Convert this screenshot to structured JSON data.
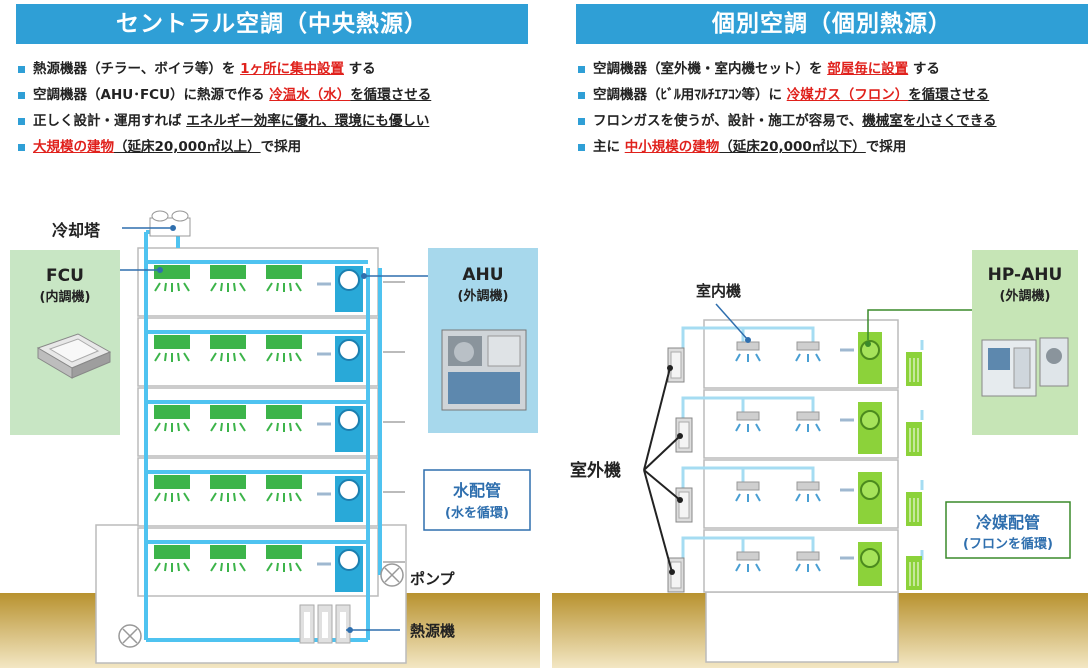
{
  "left": {
    "banner": "セントラル空調（中央熱源）",
    "bullets": [
      {
        "parts": [
          {
            "t": "熱源機器（チラー、ボイラ等）を ",
            "s": ""
          },
          {
            "t": "1ヶ所に集中設置",
            "s": "red"
          },
          {
            "t": " する",
            "s": ""
          }
        ]
      },
      {
        "parts": [
          {
            "t": "空調機器（AHU･FCU）に熱源で作る ",
            "s": ""
          },
          {
            "t": "冷温水（水）",
            "s": "red"
          },
          {
            "t": "を循環させる",
            "s": "ul"
          }
        ]
      },
      {
        "parts": [
          {
            "t": "正しく設計・運用すれば ",
            "s": ""
          },
          {
            "t": "エネルギー効率に優れ、環境にも優しい",
            "s": "ul"
          }
        ]
      },
      {
        "parts": [
          {
            "t": "大規模の建物",
            "s": "red"
          },
          {
            "t": "（延床20,000㎡以上）",
            "s": "ul"
          },
          {
            "t": "で採用",
            "s": ""
          }
        ]
      }
    ],
    "labels": {
      "cooling_tower": "冷却塔",
      "fcu": "FCU",
      "fcu_sub": "(内調機)",
      "ahu": "AHU",
      "ahu_sub": "(外調機)",
      "water_pipe": "水配管",
      "water_pipe_sub": "(水を循環)",
      "pump": "ポンプ",
      "heat_source": "熱源機"
    }
  },
  "right": {
    "banner": "個別空調（個別熱源）",
    "bullets": [
      {
        "parts": [
          {
            "t": "空調機器（室外機・室内機セット）を ",
            "s": ""
          },
          {
            "t": "部屋毎に設置",
            "s": "red"
          },
          {
            "t": " する",
            "s": ""
          }
        ]
      },
      {
        "parts": [
          {
            "t": "空調機器（ﾋﾞﾙ用ﾏﾙﾁｴｱｺﾝ等）に ",
            "s": ""
          },
          {
            "t": "冷媒ガス（フロン）",
            "s": "red"
          },
          {
            "t": "を循環させる",
            "s": "ul"
          }
        ]
      },
      {
        "parts": [
          {
            "t": "フロンガスを使うが、設計・施工が容易で、",
            "s": ""
          },
          {
            "t": "機械室を小さくできる",
            "s": "ul"
          }
        ]
      },
      {
        "parts": [
          {
            "t": "主に ",
            "s": ""
          },
          {
            "t": "中小規模の建物",
            "s": "red"
          },
          {
            "t": "（延床20,000㎡以下）",
            "s": "ul"
          },
          {
            "t": "で採用",
            "s": ""
          }
        ]
      }
    ],
    "labels": {
      "indoor_unit": "室内機",
      "hp_ahu": "HP-AHU",
      "hp_ahu_sub": "(外調機)",
      "outdoor_unit": "室外機",
      "refrigerant_pipe": "冷媒配管",
      "refrigerant_pipe_sub": "(フロンを循環)"
    }
  },
  "colors": {
    "banner": "#2f9fd6",
    "water_pipe": "#4fc3f0",
    "refrigerant_pipe": "#a5dcf2",
    "fcu": "#3cb44a",
    "hp_unit": "#8cd23a",
    "ground": "#c9a13c",
    "red": "#e0211c",
    "label_bg_left": "#c8e6c4",
    "label_bg_ahu": "#a7d8ec",
    "label_bg_hp": "#c6e5b6"
  }
}
